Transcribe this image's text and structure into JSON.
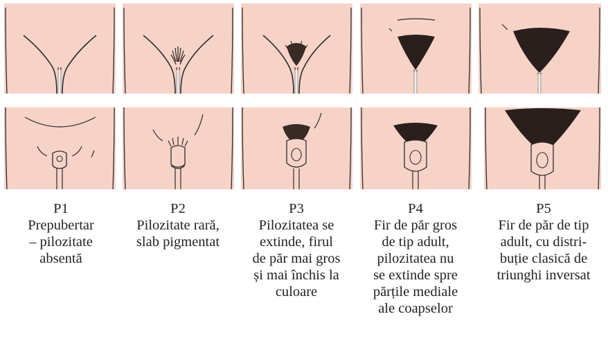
{
  "stages": [
    {
      "id": "P1",
      "label": "P1",
      "description": "Prepubertar\n– pilozitate\nabsentă"
    },
    {
      "id": "P2",
      "label": "P2",
      "description": "Pilozitate rară,\nslab pigmentat"
    },
    {
      "id": "P3",
      "label": "P3",
      "description": "Pilozitatea se\nextinde, firul\nde păr mai gros\nși mai închis la\nculoare"
    },
    {
      "id": "P4",
      "label": "P4",
      "description": "Fir de păr gros\nde tip adult,\npilozitatea nu\nse extinde spre\npărțile mediale\nale coapselor"
    },
    {
      "id": "P5",
      "label": "P5",
      "description": "Fir de păr de tip\nadult, cu distri-\nbuție clasică de\ntriunghi inversat"
    }
  ],
  "colors": {
    "skin": "#f7d3c7",
    "line": "#2b2b2b",
    "hair": "#2a1f1c",
    "text": "#231f20"
  }
}
